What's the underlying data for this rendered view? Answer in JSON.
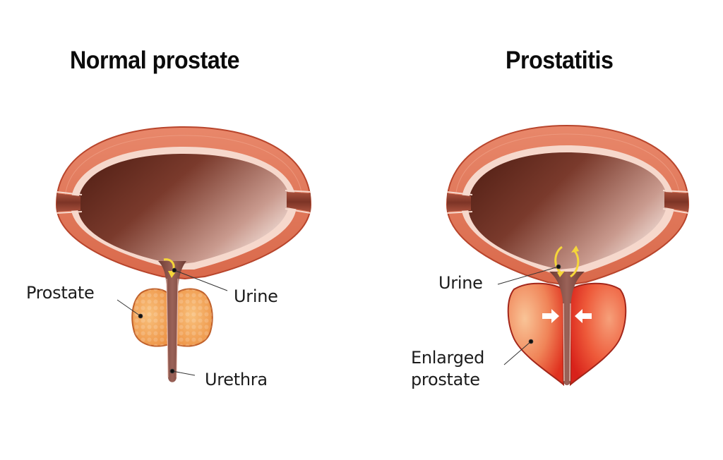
{
  "figure": {
    "background": "#ffffff",
    "panels": [
      {
        "id": "normal",
        "title": "Normal prostate",
        "labels": {
          "prostate": "Prostate",
          "urine": "Urine",
          "urethra": "Urethra"
        }
      },
      {
        "id": "prostatitis",
        "title": "Prostatitis",
        "labels": {
          "urine": "Urine",
          "enlarged_line1": "Enlarged",
          "enlarged_line2": "prostate"
        }
      }
    ],
    "colors": {
      "bladder_wall": "#e07a5c",
      "bladder_wall_edge": "#b8452c",
      "bladder_lining": "#f6d8cc",
      "bladder_cavity_dark": "#5a2418",
      "bladder_cavity_light": "#d9b3a8",
      "urethra": "#8a5248",
      "prostate_normal": "#f4a65c",
      "prostate_normal_edge": "#c0602a",
      "prostate_enlarged": "#ec4a2c",
      "prostate_enlarged_light": "#f7b98c",
      "prostate_enlarged_edge": "#a3261a",
      "urine_arrow": "#f5d63a",
      "compression_arrow": "#ffffff",
      "leader_line": "#333333"
    }
  }
}
